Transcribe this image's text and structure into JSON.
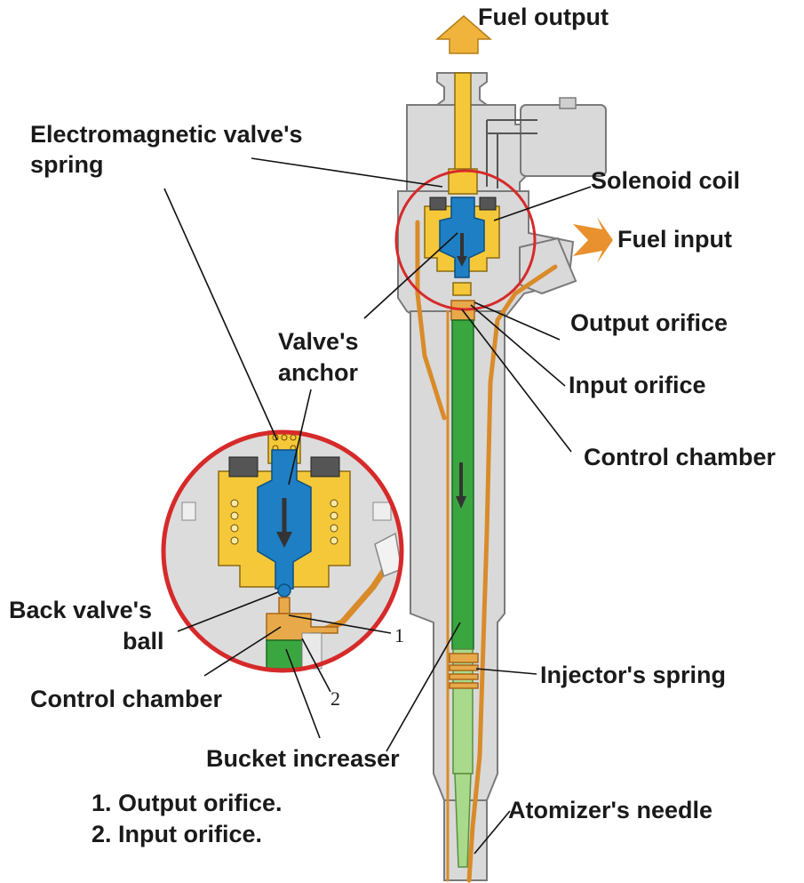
{
  "labels": {
    "fuel_output": "Fuel output",
    "electromagnetic_spring_line1": "Electromagnetic valve's",
    "electromagnetic_spring_line2": "spring",
    "solenoid_coil": "Solenoid coil",
    "fuel_input": "Fuel input",
    "output_orifice": "Output orifice",
    "valve_anchor_line1": "Valve's",
    "valve_anchor_line2": "anchor",
    "input_orifice": "Input orifice",
    "control_chamber_right": "Control chamber",
    "back_valve_ball_line1": "Back valve's",
    "back_valve_ball_line2": "ball",
    "control_chamber_left": "Control chamber",
    "injector_spring": "Injector's spring",
    "bucket_increaser": "Bucket increaser",
    "atomizer_needle": "Atomizer's needle",
    "callout_1": "1",
    "callout_2": "2"
  },
  "legend": {
    "item_1": "1. Output orifice.",
    "item_2": "2. Input orifice."
  },
  "colors": {
    "fuel": "#e8a94a",
    "valve_body": "#f5c83a",
    "anchor": "#1e7fc4",
    "chamber": "#3aa640",
    "needle": "#a9d98a",
    "highlight_circle": "#d62a2a",
    "arrow": "#f0b43c"
  }
}
